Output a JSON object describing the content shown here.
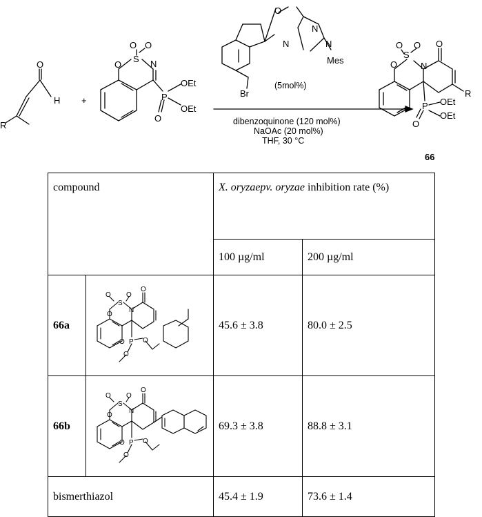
{
  "scheme": {
    "reactant1_atoms": {
      "o": "O",
      "h": "H",
      "r": "R"
    },
    "reactant2_atoms": {
      "o1": "O",
      "s": "S",
      "o2": "O",
      "o3": "O",
      "n": "N",
      "p": "P",
      "o4": "O",
      "oet1": "OEt",
      "oet2": "OEt"
    },
    "catalyst_atoms": {
      "o": "O",
      "n1": "N",
      "n2": "N",
      "n3": "N",
      "mes": "Mes",
      "br": "Br"
    },
    "catalyst_loading": "(5mol%)",
    "plus": "+",
    "conditions": [
      "dibenzoquinone (120 mol%)",
      "NaOAc (20 mol%)",
      "THF, 30 °C"
    ],
    "product_atoms": {
      "o1": "O",
      "s": "S",
      "o2": "O",
      "o3": "O",
      "n": "N",
      "o4": "O",
      "r": "R",
      "p": "P",
      "o5": "O",
      "oet1": "OEt",
      "oet2": "OEt"
    },
    "product_label": "66"
  },
  "table": {
    "header": {
      "compound": "compound",
      "inhibition_italic": "X. oryzaepv. oryzae",
      "inhibition_rest": " inhibition rate (%)",
      "conc1": "100 µg/ml",
      "conc2": "200 µg/ml"
    },
    "rows": [
      {
        "id": "66a",
        "v100": "45.6 ± 3.8",
        "v200": "80.0 ± 2.5"
      },
      {
        "id": "66b",
        "v100": "69.3 ± 3.8",
        "v200": "88.8 ± 3.1"
      }
    ],
    "control": {
      "name": "bismerthiazol",
      "v100": "45.4 ± 1.9",
      "v200": "73.6 ± 1.4"
    },
    "struct_atoms": {
      "o1": "O",
      "s": "S",
      "o2": "O",
      "o3": "O",
      "n": "N",
      "o4": "O",
      "p": "P",
      "o5": "O",
      "o6": "O",
      "o7": "O"
    }
  }
}
